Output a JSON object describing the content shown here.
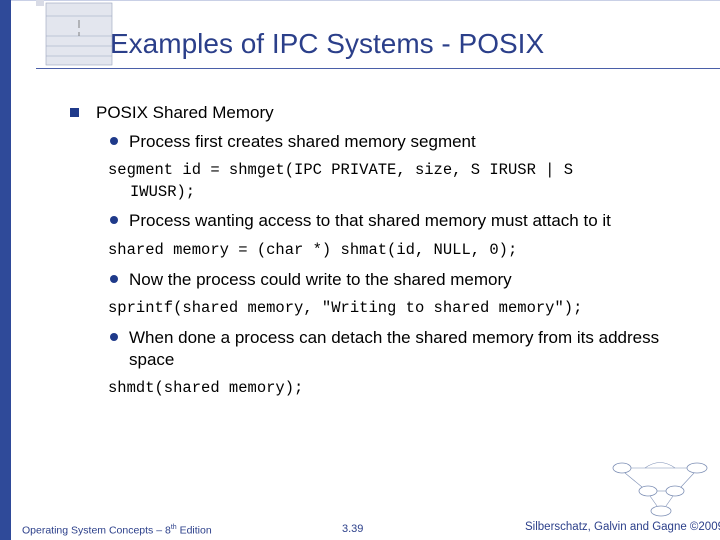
{
  "slide": {
    "title": "Examples of IPC Systems - POSIX",
    "heading": "POSIX Shared Memory",
    "bullets": [
      "Process first creates shared memory segment",
      "Process wanting access to that shared memory must attach to it",
      "Now the process could write to the shared memory",
      "When done a process can detach the shared memory from its address space"
    ],
    "code": [
      "segment id = shmget(IPC PRIVATE, size, S IRUSR | S",
      "IWUSR);",
      "shared memory = (char *) shmat(id, NULL, 0);",
      "sprintf(shared memory, \"Writing to shared memory\");",
      "shmdt(shared memory);"
    ]
  },
  "footer": {
    "book_prefix": "Operating System Concepts – 8",
    "book_sup": "th",
    "book_suffix": " Edition",
    "page": "3.39",
    "copyright": "Silberschatz, Galvin and Gagne ©2009"
  },
  "colors": {
    "accent": "#2f4a99",
    "title": "#2b3f8a"
  }
}
